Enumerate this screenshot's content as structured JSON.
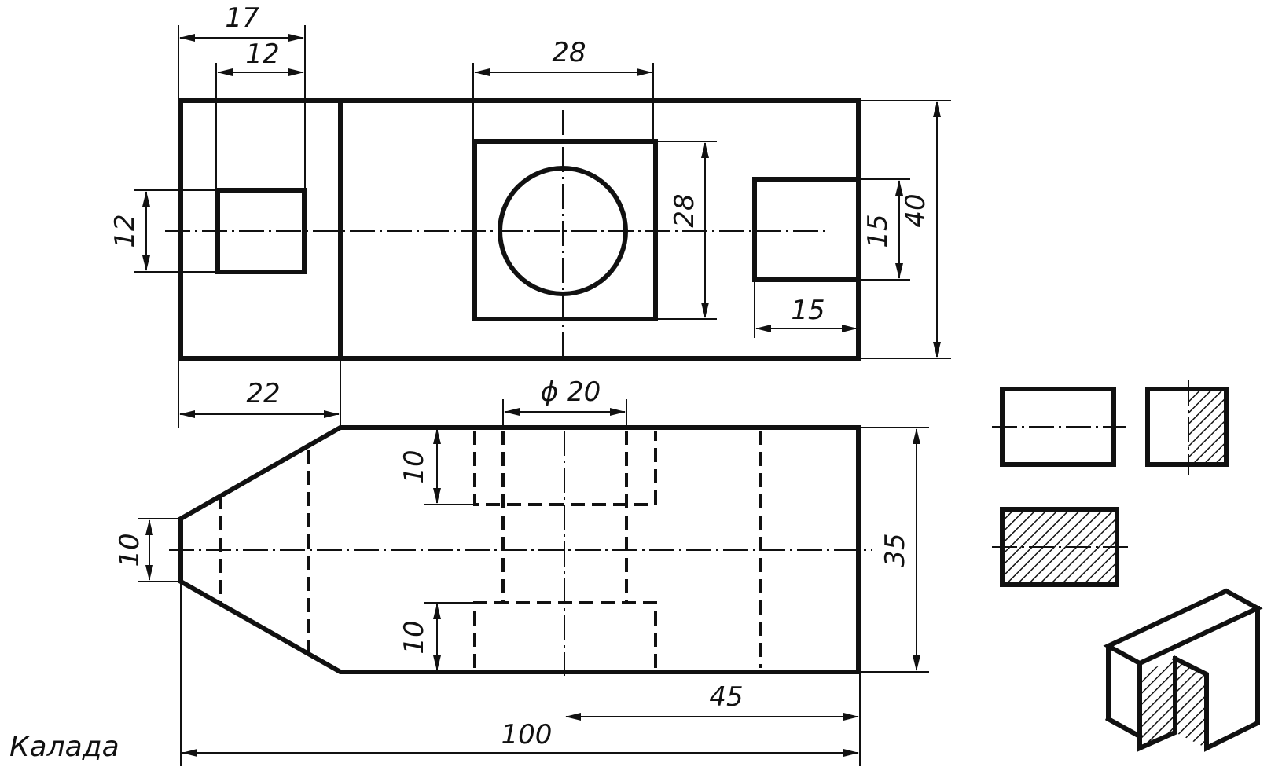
{
  "title": "Калада",
  "dimensions": {
    "top_17": "17",
    "top_12": "12",
    "top_28": "28",
    "left_12": "12",
    "right_28": "28",
    "slot_15_h": "15",
    "slot_15_w": "15",
    "overall_40": "40",
    "front_22": "22",
    "phi_20": "ϕ 20",
    "hole_10_top": "10",
    "hole_10_bottom": "10",
    "left_10": "10",
    "height_35": "35",
    "len_45": "45",
    "len_100": "100"
  }
}
